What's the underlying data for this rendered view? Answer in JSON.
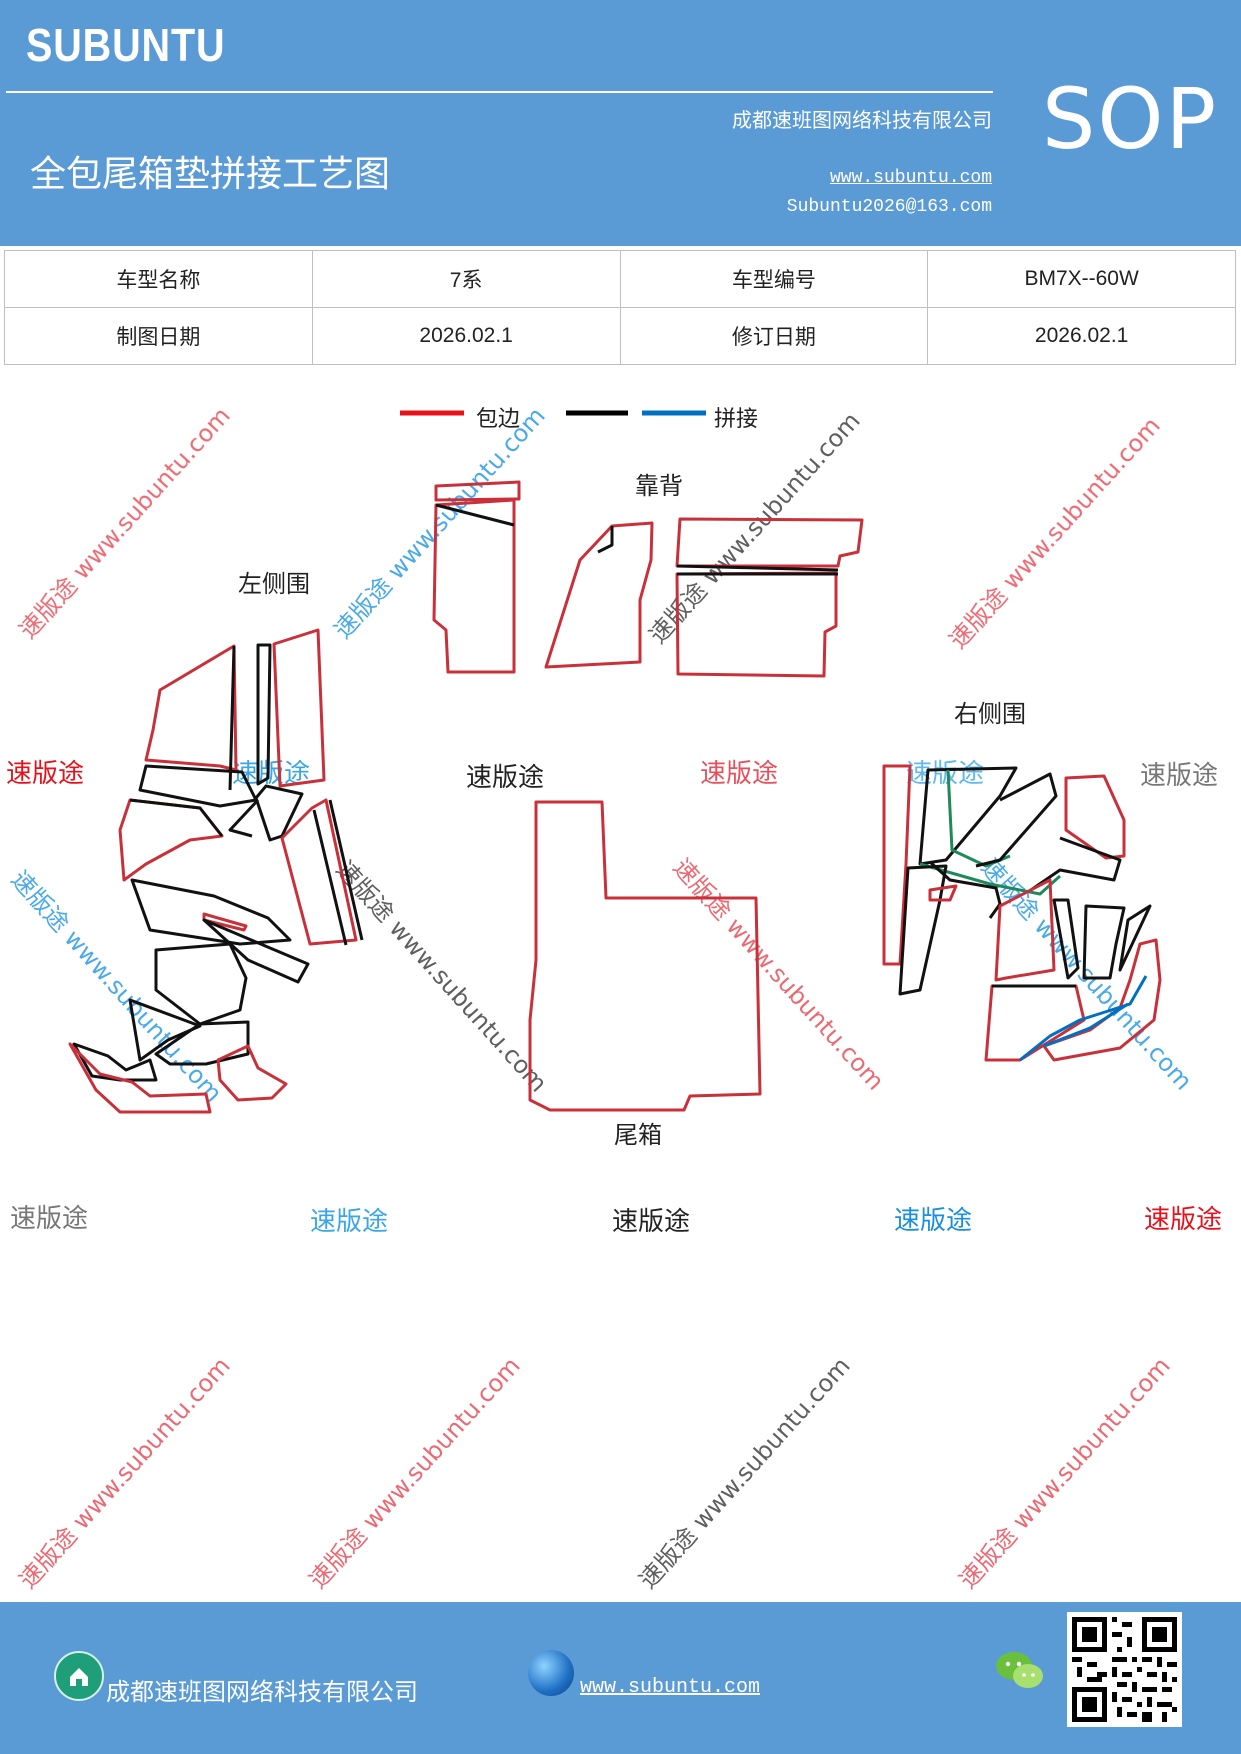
{
  "header": {
    "brand": "SUBUNTU",
    "company": "成都速班图网络科技有限公司",
    "title": "全包尾箱垫拼接工艺图",
    "website": "www.subuntu.com",
    "email": "Subuntu2026@163.com",
    "badge": "SOP"
  },
  "info": {
    "model_name_label": "车型名称",
    "model_name": "7系",
    "model_code_label": "车型编号",
    "model_code": "BM7X--60W",
    "draw_date_label": "制图日期",
    "draw_date": "2026.02.1",
    "revise_date_label": "修订日期",
    "revise_date": "2026.02.1"
  },
  "legend": {
    "item1": "包边",
    "item2": "拼接",
    "colors": {
      "red": "#e8111b",
      "black": "#000000",
      "blue": "#0070c0"
    }
  },
  "parts": {
    "left": "左侧围",
    "back": "靠背",
    "right": "右侧围",
    "trunk": "尾箱"
  },
  "watermarks": {
    "brand": "速版途",
    "diag": "速版途 www.subuntu.com",
    "diag_url": "www.subuntu.com"
  },
  "footer": {
    "company": "成都速班图网络科技有限公司",
    "website": "www.subuntu.com "
  }
}
